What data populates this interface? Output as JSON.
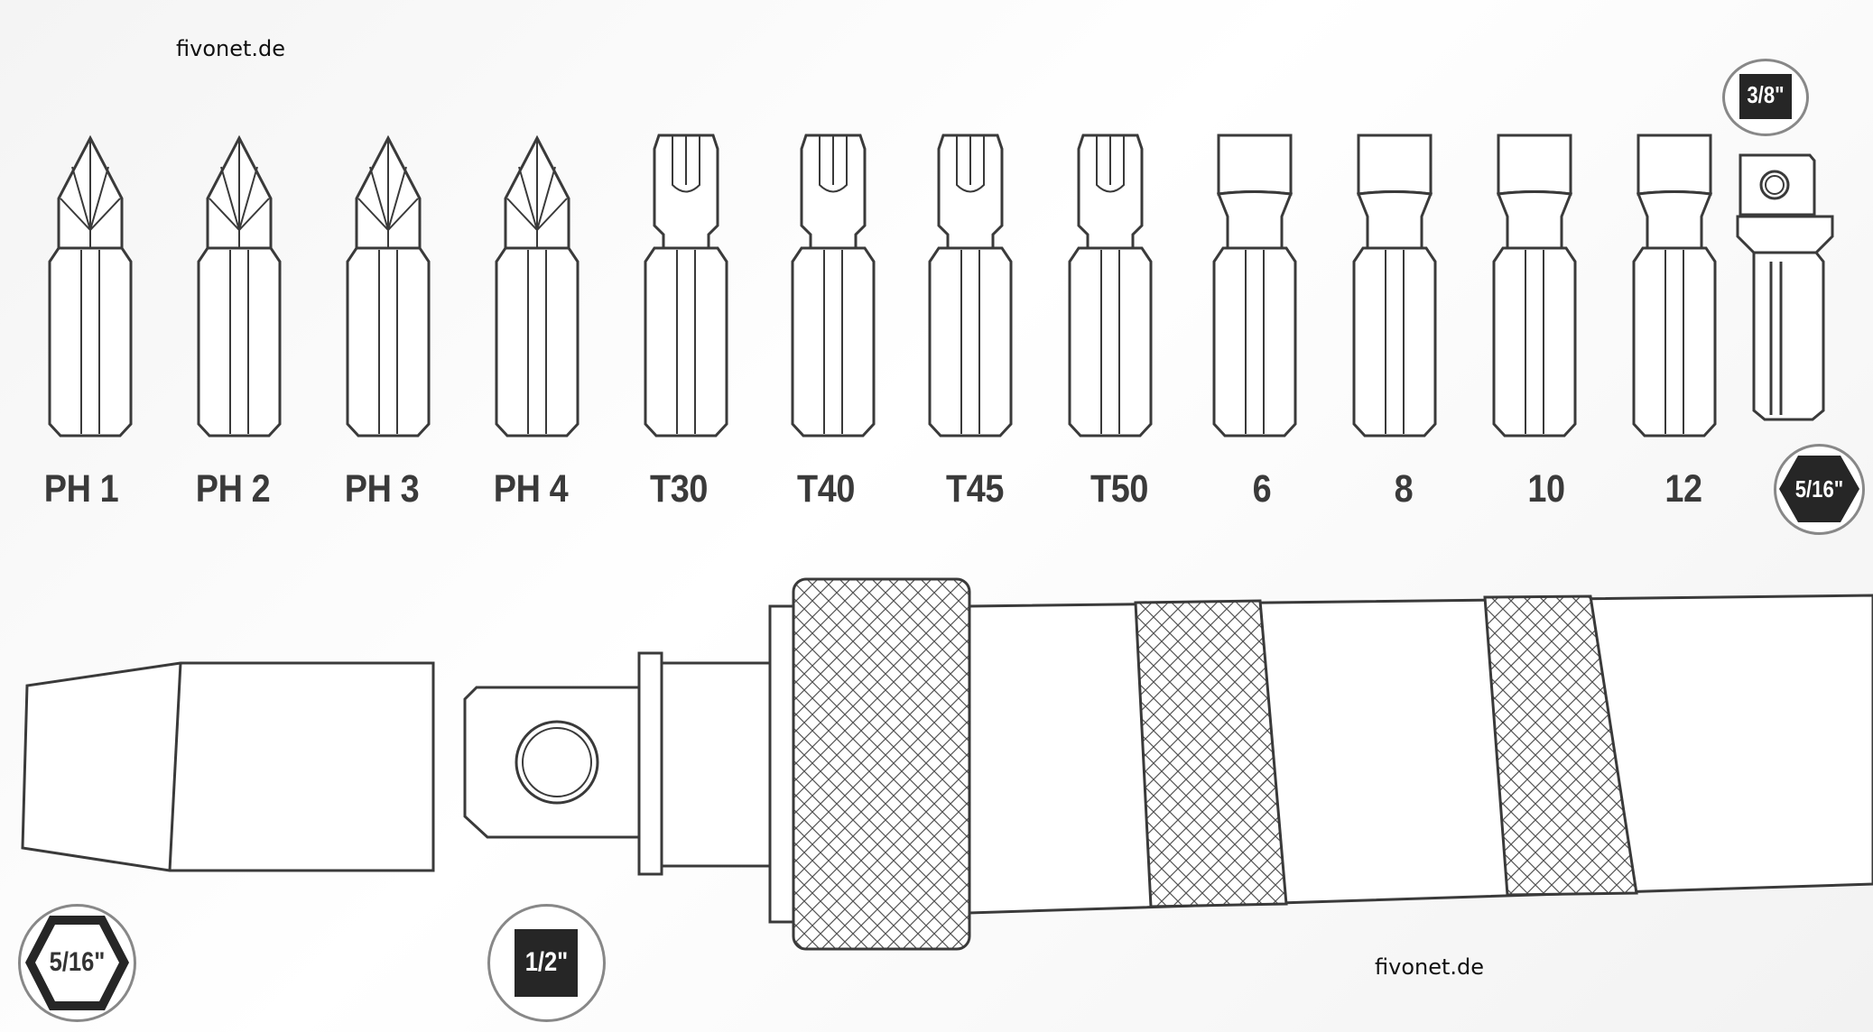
{
  "watermarks": {
    "top": "fivonet.de",
    "bottom": "fivonet.de"
  },
  "bits": [
    {
      "label": "PH 1",
      "tip": "phillips"
    },
    {
      "label": "PH 2",
      "tip": "phillips"
    },
    {
      "label": "PH 3",
      "tip": "phillips"
    },
    {
      "label": "PH 4",
      "tip": "phillips"
    },
    {
      "label": "T30",
      "tip": "torx"
    },
    {
      "label": "T40",
      "tip": "torx"
    },
    {
      "label": "T45",
      "tip": "torx"
    },
    {
      "label": "T50",
      "tip": "torx"
    },
    {
      "label": "6",
      "tip": "slotted"
    },
    {
      "label": "8",
      "tip": "slotted"
    },
    {
      "label": "10",
      "tip": "slotted"
    },
    {
      "label": "12",
      "tip": "slotted"
    }
  ],
  "badges": {
    "adapter_square": "3/8\"",
    "adapter_hex": "5/16\"",
    "socket_hex": "5/16\"",
    "handle_square": "1/2\""
  },
  "colors": {
    "line": "#3a3a3a",
    "badge_fill": "#262626"
  }
}
